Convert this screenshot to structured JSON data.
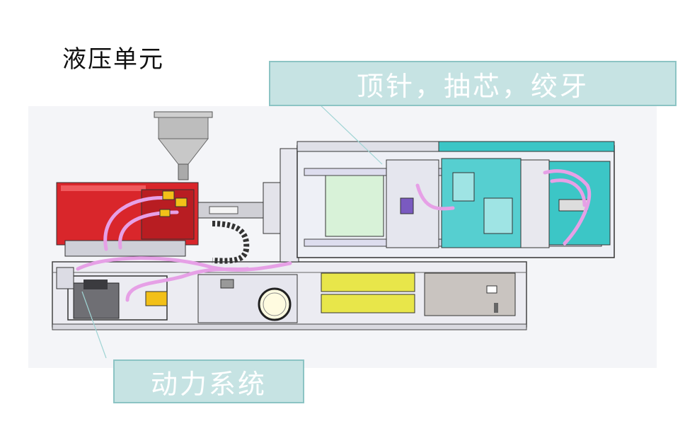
{
  "slide": {
    "title": "液压单元",
    "callouts": {
      "top": "顶针，抽芯，绞牙",
      "bottom": "动力系统"
    }
  },
  "colors": {
    "callout_fill": "#c6e3e3",
    "callout_border": "#8cc4c4",
    "injection_unit_red": "#d9262b",
    "mold_cyan": "#3cc6c6",
    "hydraulic_hose_pink": "#e6a0e6",
    "platen_blue": "#5b6fb5",
    "hopper_gray": "#bdbdbd",
    "panel_yellow": "#e8e64a"
  },
  "icons": [
    "machine-diagram",
    "hopper-icon",
    "arrow-leader-line"
  ]
}
